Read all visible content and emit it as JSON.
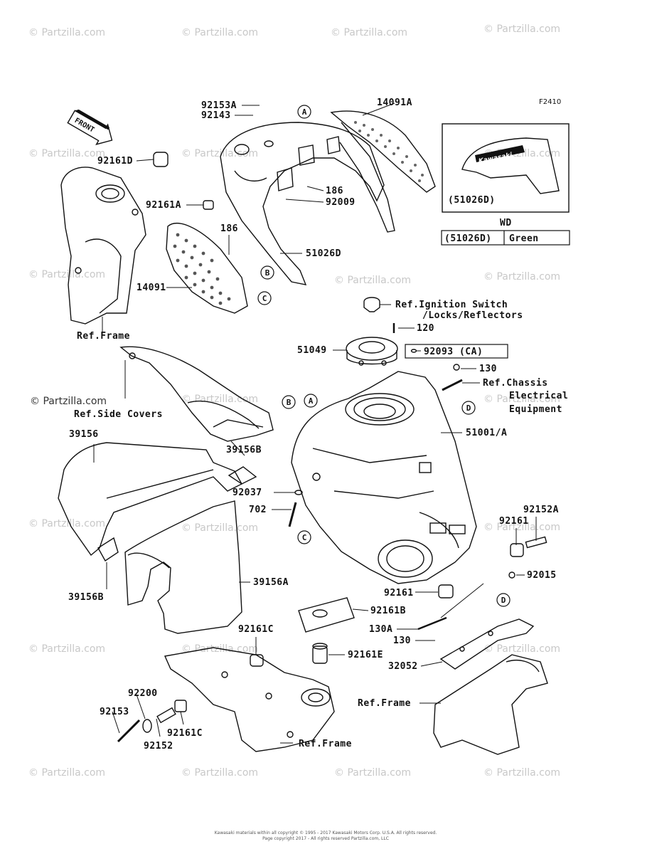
{
  "figure_code": "F2410",
  "watermark": "© Partzilla.com",
  "footer_line1": "Kawasaki materials within all copyright © 1995 - 2017 Kawasaki Motors Corp. U.S.A. All rights reserved.",
  "footer_line2": "Page copyright 2017 - All rights reserved Partzilla.com, LLC",
  "front_label": "FRONT",
  "decal_brand": "Kawasaki",
  "decal_callout": "(51026D)",
  "wd_table": {
    "title": "WD",
    "code": "(51026D)",
    "color": "Green"
  },
  "ca_box": "92093  (CA)",
  "refs": {
    "circle_a": "A",
    "circle_b": "B",
    "circle_c": "C",
    "circle_d": "D"
  },
  "labels": {
    "p92153A": "92153A",
    "p92143": "92143",
    "p92161D": "92161D",
    "p14091A": "14091A",
    "p186a": "186",
    "p92009": "92009",
    "p92161A": "92161A",
    "p186b": "186",
    "p51026D": "51026D",
    "p14091": "14091",
    "ref_frame_1": "Ref.Frame",
    "ref_ignition_1": "Ref.Ignition Switch",
    "ref_ignition_2": "/Locks/Reflectors",
    "p120": "120",
    "p51049": "51049",
    "p130a": "130",
    "ref_chassis_1": "Ref.Chassis",
    "ref_chassis_2": "Electrical",
    "ref_chassis_3": "Equipment",
    "ref_side_covers": "Ref.Side Covers",
    "p51001": "51001/A",
    "p39156": "39156",
    "p39156B_top": "39156B",
    "p92037": "92037",
    "p702": "702",
    "p92152A": "92152A",
    "p92161_top": "92161",
    "p92015": "92015",
    "p39156B_bot": "39156B",
    "p39156A": "39156A",
    "p92161_mid": "92161",
    "p92161B": "92161B",
    "p130A": "130A",
    "p92161C_a": "92161C",
    "p130b": "130",
    "p92161E": "92161E",
    "p32052": "32052",
    "p92200": "92200",
    "p92153": "92153",
    "p92161C_b": "92161C",
    "p92152": "92152",
    "ref_frame_2": "Ref.Frame",
    "ref_frame_3": "Ref.Frame"
  }
}
